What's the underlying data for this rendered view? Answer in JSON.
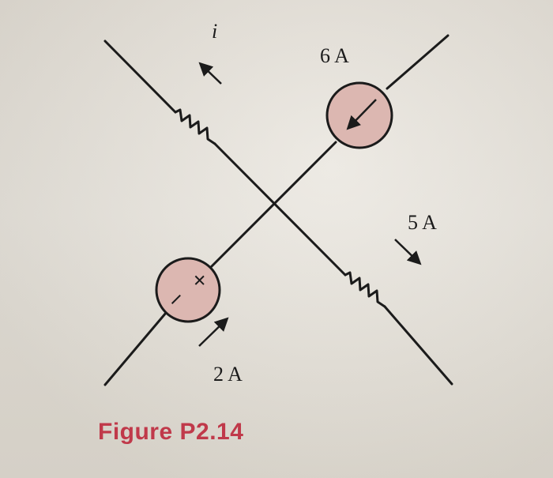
{
  "figure": {
    "caption": "Figure P2.14",
    "labels": {
      "current_i": "i",
      "source_top": "6 A",
      "source_right": "5 A",
      "source_bottom": "2 A"
    },
    "voltage_source": {
      "plus": "+",
      "minus": "−"
    },
    "colors": {
      "wire": "#1b1b1b",
      "source_fill": "#dcb7b1",
      "caption": "#c0394a"
    }
  }
}
